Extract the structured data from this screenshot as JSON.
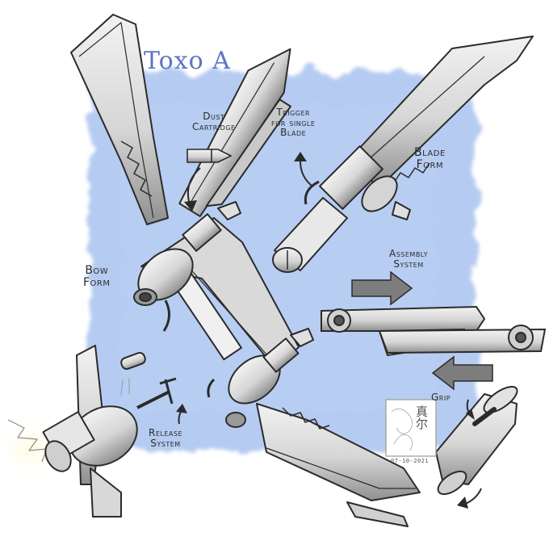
{
  "title": "Toxo A",
  "labels": {
    "dust_cartridge": [
      "Dust",
      "Cartridge"
    ],
    "trigger": [
      "Trigger",
      "for single",
      "Blade"
    ],
    "blade_form": [
      "Blade",
      "Form"
    ],
    "bow_form": [
      "Bow",
      "Form"
    ],
    "assembly_system": [
      "Assembly",
      "System"
    ],
    "release_system": [
      "Release",
      "System"
    ],
    "grip": "Grip"
  },
  "signature": {
    "chars": "真尔",
    "date": "07-10-2021"
  },
  "colors": {
    "background_wash": "#aac3ef",
    "title": "#5f74c4",
    "ink": "#2b2b2b",
    "metal_light": "#e4e4e4",
    "metal_dark": "#7d7d7d",
    "glow": "#f3f0c8"
  },
  "icons": [
    "arrow-icon",
    "bullet-icon",
    "curved-arrow-icon"
  ]
}
